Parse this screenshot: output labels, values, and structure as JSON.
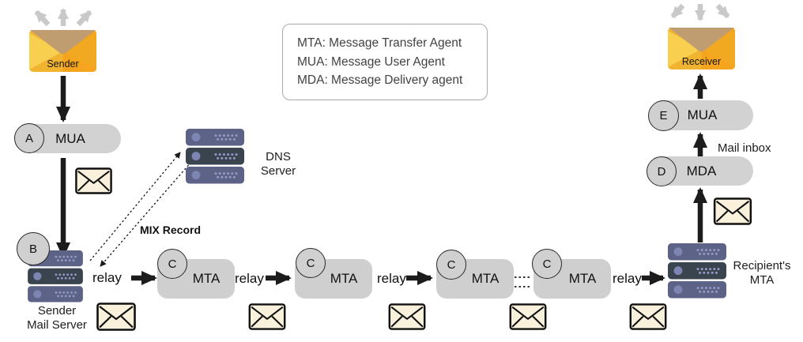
{
  "legend": {
    "lines": [
      "MTA: Message Transfer Agent",
      "MUA: Message User Agent",
      "MDA: Message Delivery agent"
    ]
  },
  "endpoints": {
    "sender_label": "Sender",
    "receiver_label": "Receiver"
  },
  "flow": {
    "mua_a": {
      "badge": "A",
      "label": "MUA"
    },
    "sender_mail_server": {
      "badge": "B",
      "label_line1": "Sender",
      "label_line2": "Mail Server"
    },
    "dns_server": {
      "label_line1": "DNS",
      "label_line2": "Server"
    },
    "mix_record_label": "MIX Record",
    "relay_label": "relay",
    "mta_chain": [
      {
        "badge": "C",
        "label": "MTA"
      },
      {
        "badge": "C",
        "label": "MTA"
      },
      {
        "badge": "C",
        "label": "MTA"
      },
      {
        "badge": "C",
        "label": "MTA"
      }
    ],
    "recipients_mta": {
      "label_line1": "Recipient's",
      "label_line2": "MTA"
    },
    "mda": {
      "badge": "D",
      "label": "MDA"
    },
    "mua_e": {
      "badge": "E",
      "label": "MUA"
    },
    "mail_inbox_label": "Mail inbox"
  },
  "icons": {
    "sender": "envelope-icon",
    "receiver": "envelope-icon",
    "servers": "server-stack-icon",
    "messages": "mail-envelope-icon",
    "broadcast": "arrow-fan-icon"
  },
  "colors": {
    "envelope_orange": "#f5a41e",
    "envelope_gold": "#f0b431",
    "envelope_flap_tan": "#bf9d70",
    "server_light": "#5c6386",
    "server_dark": "#39444e",
    "box_gray": "#d2d2d2",
    "mail_cream": "#f9f1dc",
    "arrow_black": "#1c1c1c",
    "arrow_gray": "#c9c9c9"
  }
}
